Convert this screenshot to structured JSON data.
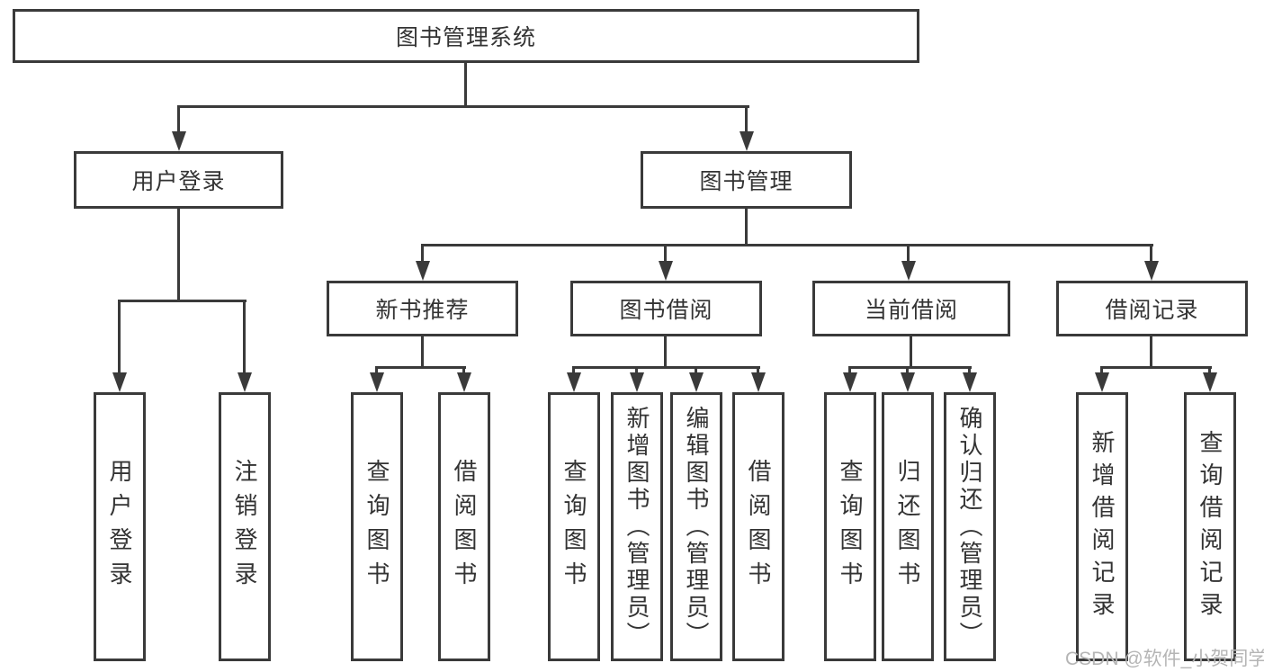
{
  "diagram": {
    "title": "图书管理系统",
    "root": {
      "label": "图书管理系统"
    },
    "level2": [
      {
        "label": "用户登录"
      },
      {
        "label": "图书管理"
      }
    ],
    "level3": [
      {
        "label": "新书推荐"
      },
      {
        "label": "图书借阅"
      },
      {
        "label": "当前借阅"
      },
      {
        "label": "借阅记录"
      }
    ],
    "leaves": [
      {
        "label": "用户登录",
        "parent": "用户登录"
      },
      {
        "label": "注销登录",
        "parent": "用户登录"
      },
      {
        "label": "查询图书",
        "parent": "新书推荐"
      },
      {
        "label": "借阅图书",
        "parent": "新书推荐"
      },
      {
        "label": "查询图书",
        "parent": "图书借阅"
      },
      {
        "label": "新增图书（管理员）",
        "parent": "图书借阅"
      },
      {
        "label": "编辑图书（管理员）",
        "parent": "图书借阅"
      },
      {
        "label": "借阅图书",
        "parent": "图书借阅"
      },
      {
        "label": "查询图书",
        "parent": "当前借阅"
      },
      {
        "label": "归还图书",
        "parent": "当前借阅"
      },
      {
        "label": "确认归还（管理员）",
        "parent": "当前借阅"
      },
      {
        "label": "新增借阅记录",
        "parent": "借阅记录"
      },
      {
        "label": "查询借阅记录",
        "parent": "借阅记录"
      }
    ]
  },
  "watermark": {
    "text": "CSDN @软件_小贺同学"
  },
  "colors": {
    "line": "#3a3a3a",
    "text": "#333333",
    "watermark": "#b5b5b5",
    "background": "#ffffff"
  }
}
